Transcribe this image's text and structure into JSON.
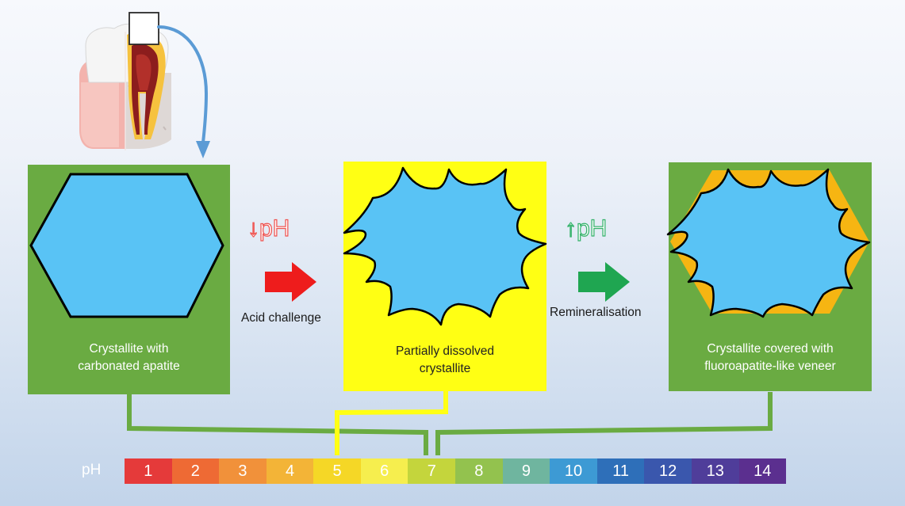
{
  "crystallites": [
    {
      "label_lines": [
        "Crystallite with",
        "carbonated apatite"
      ]
    },
    {
      "label_lines": [
        "Partially dissolved",
        "crystallite"
      ]
    },
    {
      "label_lines": [
        "Crystallite covered with",
        "fluoroapatite-like veneer"
      ]
    }
  ],
  "transitions": [
    {
      "ph_symbol": "↓pH",
      "caption": "Acid challenge",
      "arrow_color": "#ee1c1c"
    },
    {
      "ph_symbol": "↑pH",
      "caption": "Remineralisation",
      "arrow_color": "#1fa651"
    }
  ],
  "ph_scale": {
    "label": "pH",
    "values": [
      "1",
      "2",
      "3",
      "4",
      "5",
      "6",
      "7",
      "8",
      "9",
      "10",
      "11",
      "12",
      "13",
      "14"
    ],
    "colors": [
      "#e53a3a",
      "#ee6a34",
      "#f1913a",
      "#f3b437",
      "#f5d726",
      "#f6ee4e",
      "#c4d53c",
      "#93c24e",
      "#6fb59f",
      "#3d9ad4",
      "#2e6fb9",
      "#3a57ad",
      "#4f3d9a",
      "#5b2f8f"
    ]
  },
  "colors": {
    "panel_green": "#6aab42",
    "panel_yellow": "#ffff14",
    "crystal_blue": "#59c3f5",
    "veneer_orange": "#f6b512",
    "connector_green": "#6aab42",
    "connector_yellow": "#ffff14",
    "tooth_pointer_blue": "#5b9bd5"
  }
}
